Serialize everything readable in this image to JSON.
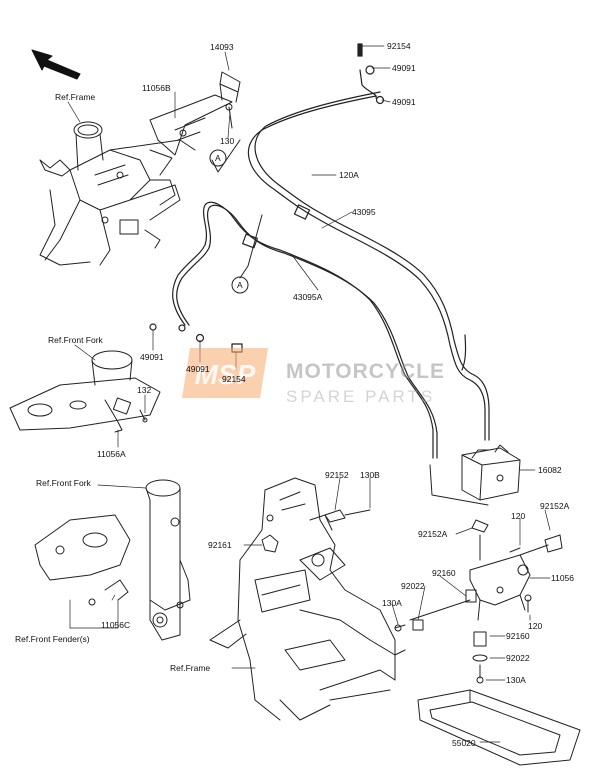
{
  "labels": {
    "p14093": "14093",
    "p11056b": "11056B",
    "ref_frame_top": "Ref.Frame",
    "p130_top": "130",
    "callout_a_top": "A",
    "p92154_top": "92154",
    "p49091_a": "49091",
    "p49091_b": "49091",
    "p120a": "120A",
    "p43095": "43095",
    "p43095a": "43095A",
    "callout_a_left": "A",
    "ref_front_fork_top": "Ref.Front Fork",
    "p49091_c": "49091",
    "p49091_d": "49091",
    "p92154_bottom": "92154",
    "p132": "132",
    "p11056a": "11056A",
    "p16082": "16082",
    "ref_front_fork_mid": "Ref.Front Fork",
    "p92152": "92152",
    "p130b": "130B",
    "p92152a_right": "92152A",
    "p92161": "92161",
    "p92152a_left": "92152A",
    "p120_a": "120",
    "p92160_a": "92160",
    "p92022_a": "92022",
    "p11056": "11056",
    "p130a_left": "130A",
    "p120_b": "120",
    "p11056c": "11056C",
    "p92160_b": "92160",
    "ref_front_fender": "Ref.Front Fender(s)",
    "p92022_b": "92022",
    "ref_frame_bottom": "Ref.Frame",
    "p130a_bottom": "130A",
    "p55020": "55020"
  },
  "watermark": {
    "logo_text": "MSP",
    "line1": "MOTORCYCLE",
    "line2": "SPARE PARTS"
  }
}
